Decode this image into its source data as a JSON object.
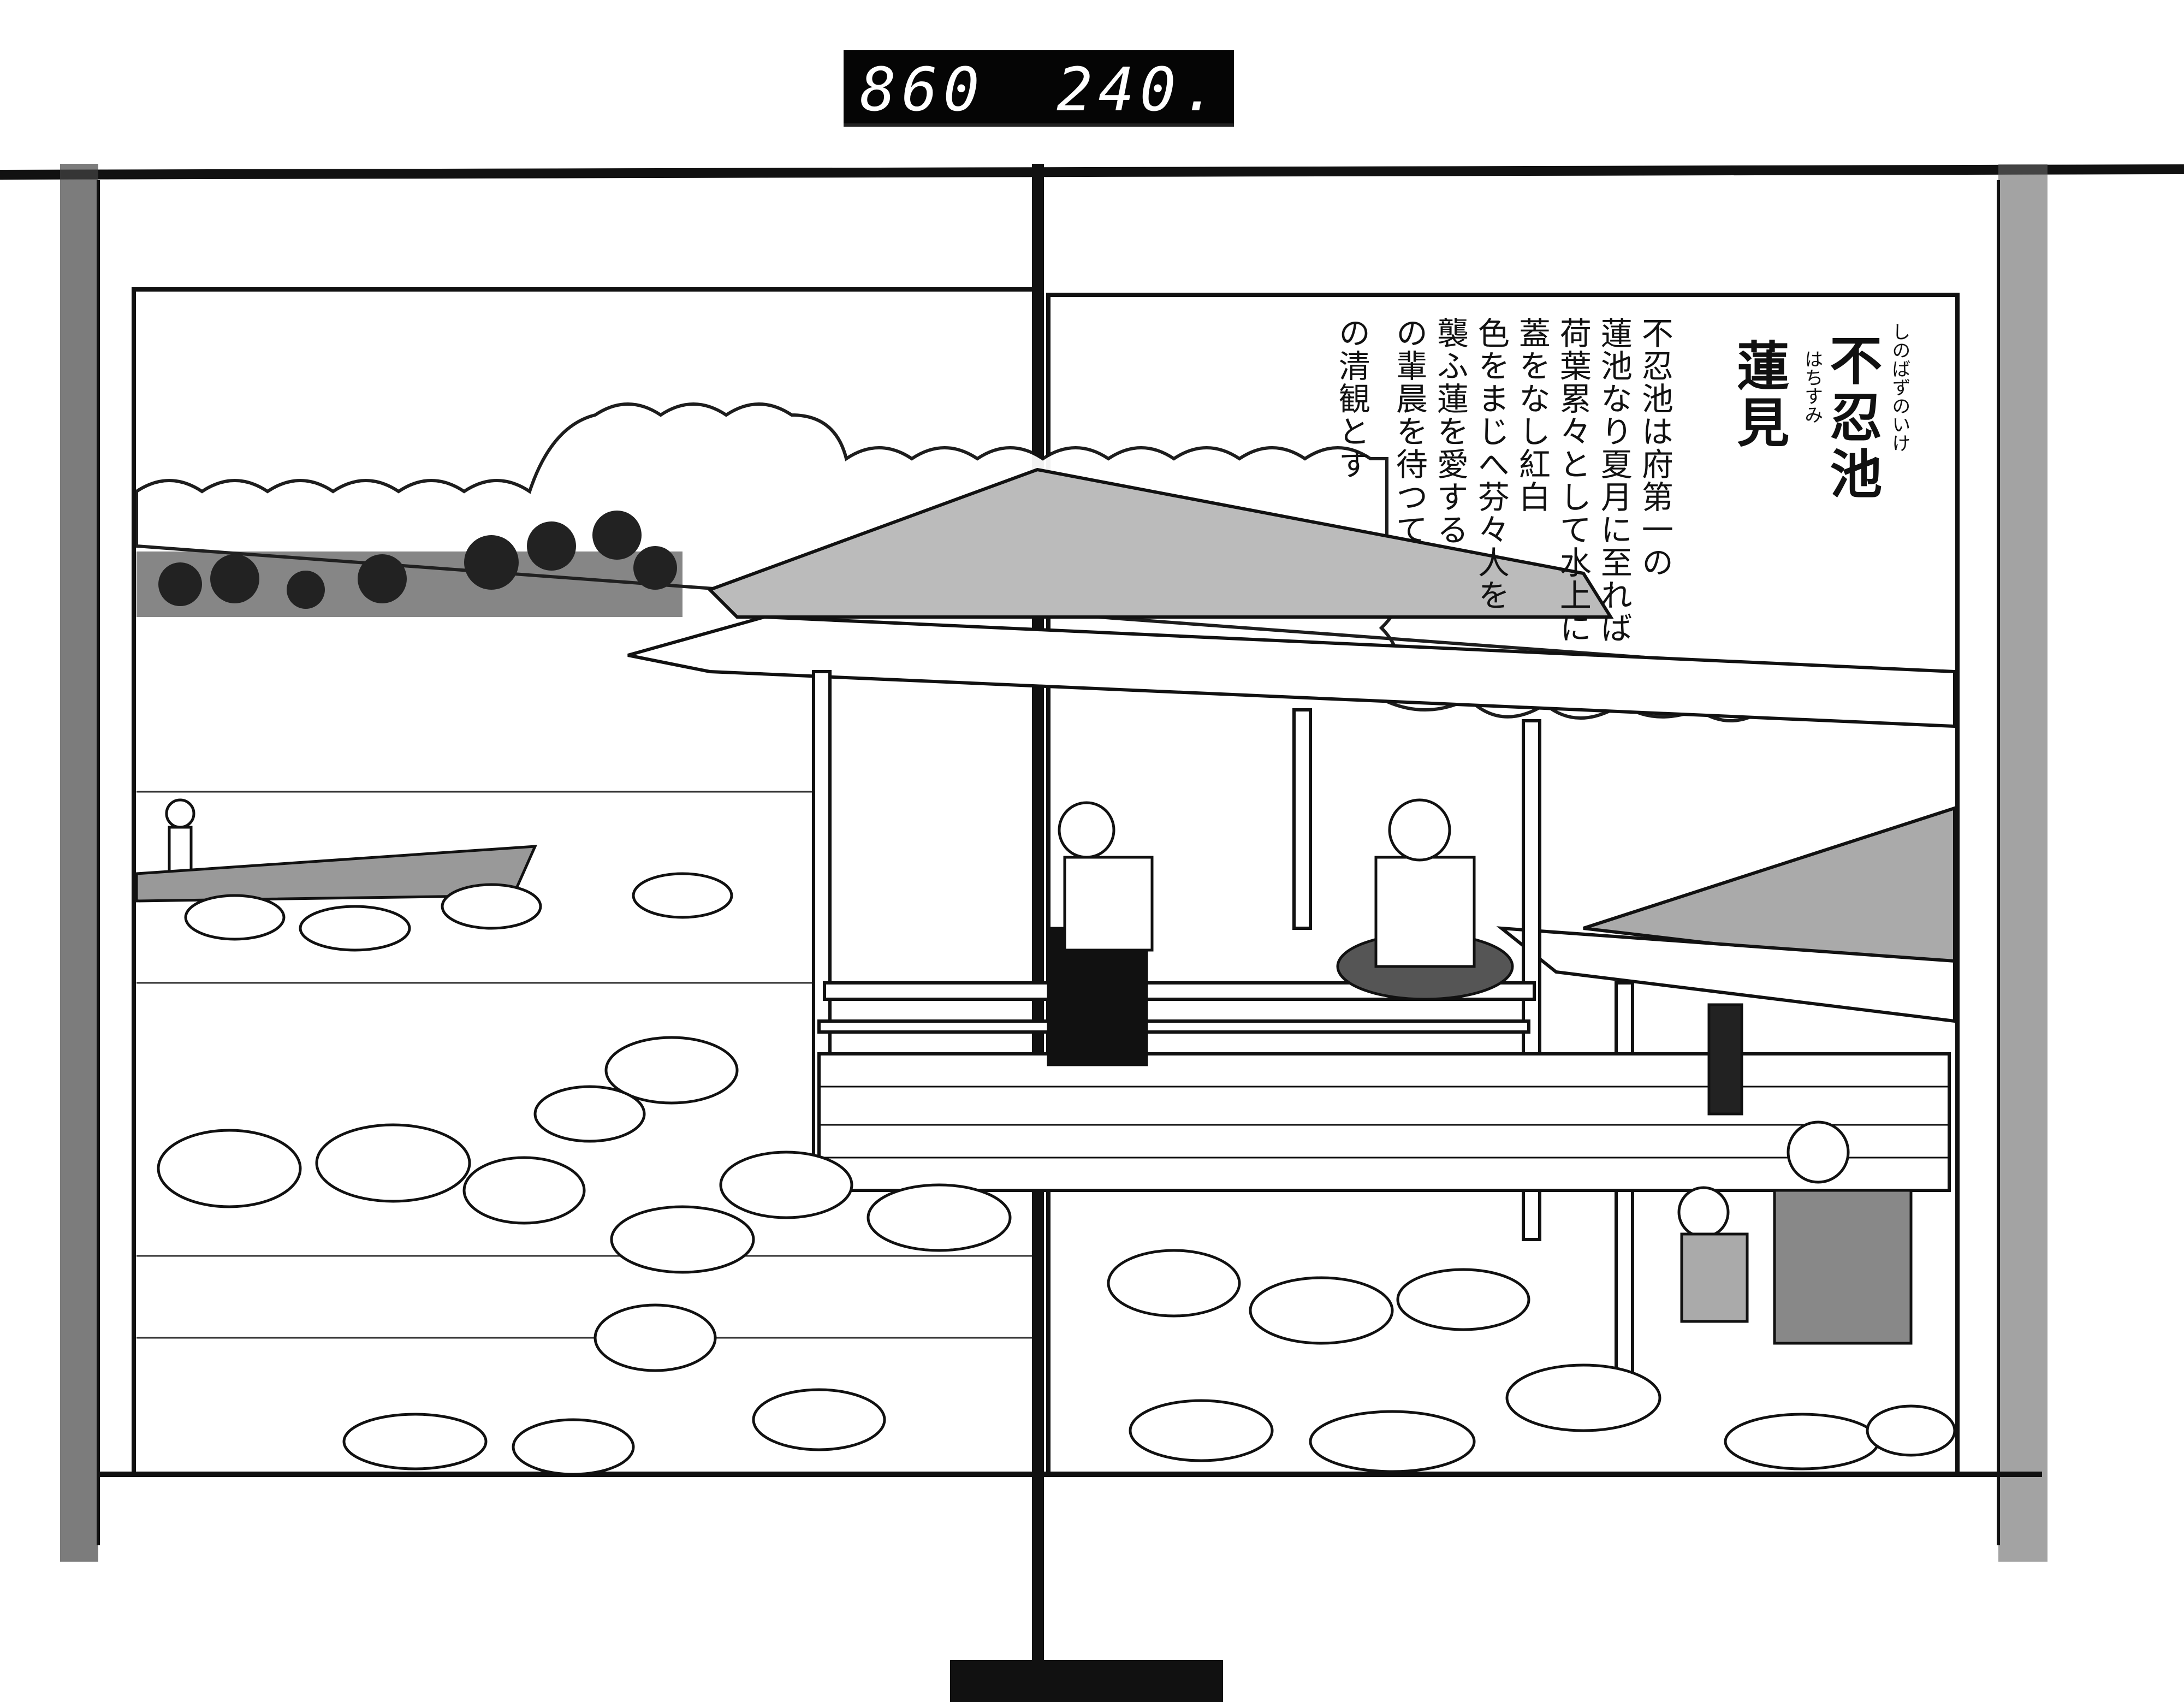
{
  "reel_counter": {
    "left_value": "860",
    "right_value": "240."
  },
  "heading": {
    "title": "不忍池",
    "title_reading": "しのばずのいけ",
    "subtitle": "蓮見",
    "subtitle_reading": "はちすみ"
  },
  "body": {
    "lines": [
      "不忍池は府第一の",
      "蓮池なり夏月に至れば",
      "荷葉累々として水上に",
      "蓋をなし紅白",
      "色をまじへ芬々人を",
      "襲ふ蓮を愛する",
      "の輩晨を待つて",
      "の清観とす"
    ]
  },
  "colors": {
    "ink": "#111111",
    "paper": "#ffffff"
  }
}
